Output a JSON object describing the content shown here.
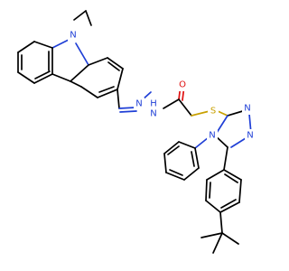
{
  "atoms": {
    "n_carbazole": "N",
    "n_imine": "N",
    "nh_hydrazide": "H",
    "nh_n": "N",
    "o_carbonyl": "O",
    "s_thioether": "S",
    "n_triazole_1": "N",
    "n_triazole_2": "N",
    "n_triazole_4": "N"
  },
  "colors": {
    "carbon": "#000000",
    "nitrogen": "#1f3fd6",
    "oxygen": "#e01010",
    "sulfur": "#c8a000"
  }
}
